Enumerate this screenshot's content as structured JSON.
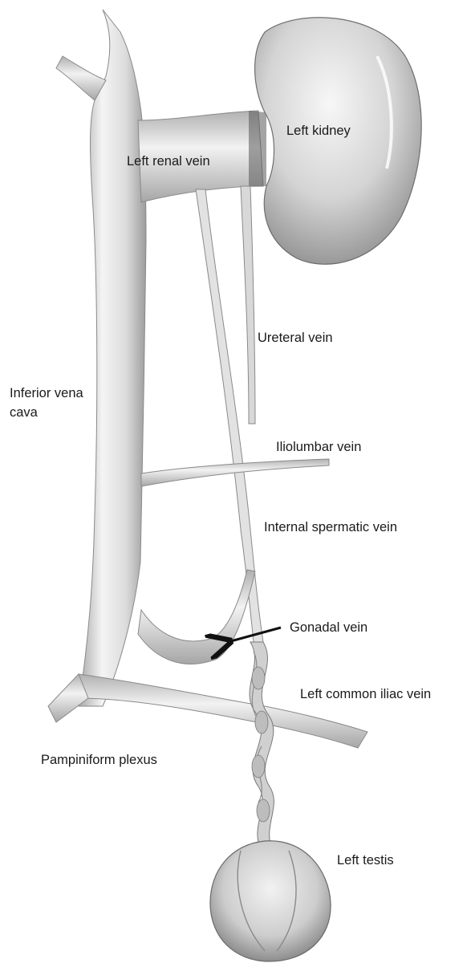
{
  "labels": {
    "left_kidney": "Left kidney",
    "left_renal_vein": "Left renal vein",
    "ureteral_vein": "Ureteral vein",
    "inferior_vena_cava": "Inferior vena cava",
    "iliolumbar_vein": "Iliolumbar vein",
    "internal_spermatic_vein": "Internal spermatic vein",
    "gonadal_vein": "Gonadal vein",
    "left_common_iliac_vein": "Left common iliac vein",
    "pampiniform_plexus": "Pampiniform plexus",
    "left_testis": "Left testis"
  },
  "colors": {
    "vessel_fill": "#e6e6e6",
    "vessel_shade": "#9a9a9a",
    "vessel_highlight": "#ffffff",
    "outline": "#555555",
    "arrow": "#111111",
    "text": "#1a1a1a"
  }
}
